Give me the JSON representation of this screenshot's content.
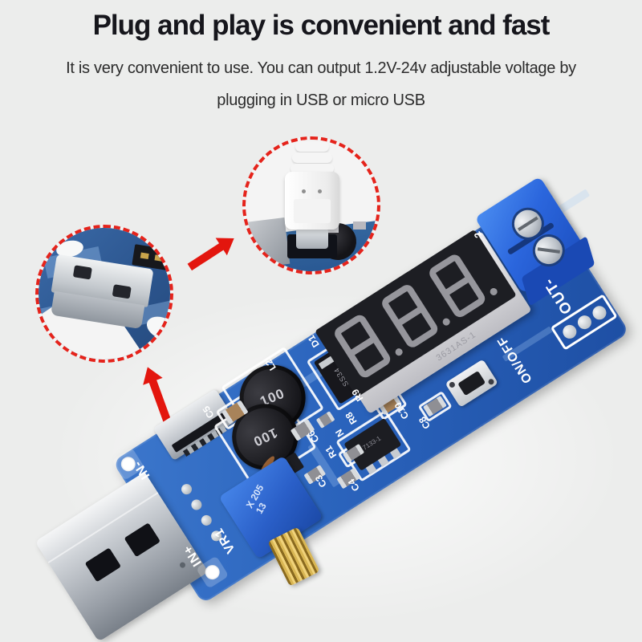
{
  "header": {
    "title": "Plug and play is convenient and fast",
    "subtitle_line1": "It is very convenient to use. You can output 1.2V-24v adjustable voltage by",
    "subtitle_line2": "plugging in USB or micro USB"
  },
  "board": {
    "silkscreen": {
      "in_minus": "IN-",
      "in_plus": "IN+",
      "vr1": "VR1",
      "c5": "C5",
      "l2": "L2",
      "d1": "D1",
      "c6": "C6",
      "r1": "R1",
      "r8": "R8",
      "r9": "R9",
      "n": "N",
      "c3": "C3",
      "c4": "C4",
      "c10": "C10",
      "c8": "C8",
      "top_edge_partial": "2",
      "on_off": "ON/OFF",
      "out_minus": "OUT-"
    },
    "markings": {
      "inductor_top": "100",
      "inductor_bottom": "100",
      "diode": "SS34",
      "regulator": "7133-1",
      "pot_line1": "X 205",
      "pot_line2": "13",
      "display_module": "3631AS-1"
    },
    "display": {
      "value": "8.8.8."
    }
  },
  "colors": {
    "accent_red": "#e3160e",
    "pcb_blue": "#2a63bc",
    "terminal_blue": "#2b66dd",
    "gold": "#d9b653",
    "display_segment": "#96969c",
    "background": "#ecedec"
  }
}
